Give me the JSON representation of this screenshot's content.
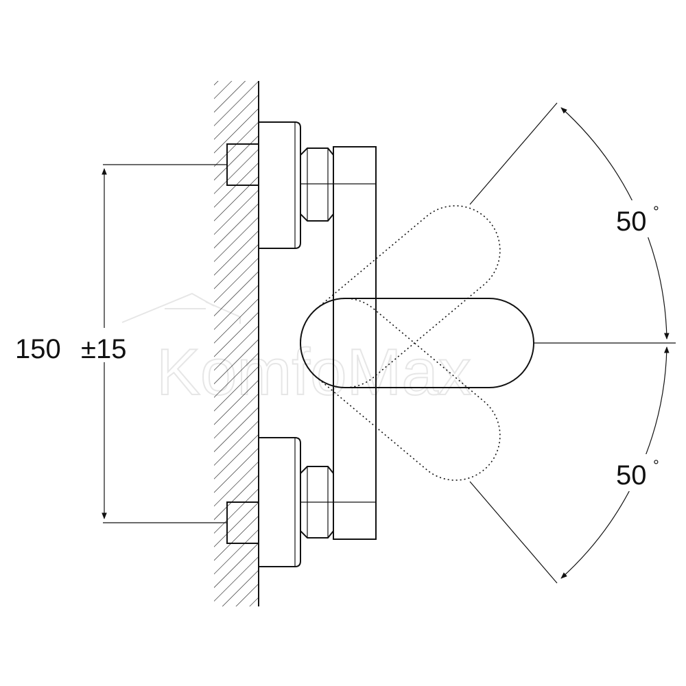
{
  "diagram": {
    "height_dimension": "150",
    "tolerance": "±15",
    "angle_up": "50",
    "angle_down": "50",
    "degree_symbol": "°",
    "watermark": "KomfoMax",
    "colors": {
      "line": "#111111",
      "background": "#ffffff",
      "watermark": "#e6e6e6"
    }
  }
}
